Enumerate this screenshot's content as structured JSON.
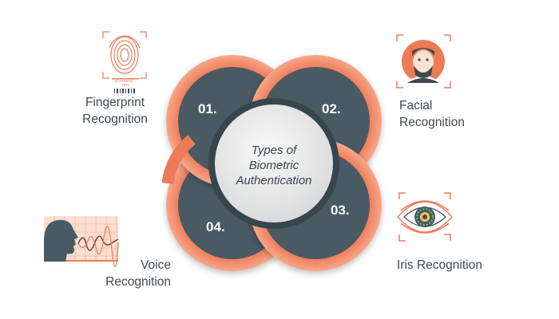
{
  "center": {
    "line1": "Types of",
    "line2": "Biometric",
    "line3": "Authentication"
  },
  "petals": [
    {
      "number": "01."
    },
    {
      "number": "02."
    },
    {
      "number": "03."
    },
    {
      "number": "04."
    }
  ],
  "labels": {
    "fingerprint": {
      "line1": "Fingerprint",
      "line2": "Recognition"
    },
    "facial": {
      "line1": "Facial",
      "line2": "Recognition"
    },
    "voice": {
      "line1": "Voice",
      "line2": "Recognition"
    },
    "iris": {
      "line1": "Iris Recognition"
    }
  },
  "scanner_text": {
    "line1": "SCANNING...",
    "line2": "76%"
  },
  "icons": [
    "fingerprint-icon",
    "face-scan-icon",
    "voice-wave-icon",
    "iris-eye-icon"
  ],
  "colors": {
    "petal_fill": "#485a63",
    "petal_ring": "#ee7b58",
    "petal_ring_light": "#f7b79e",
    "center_fill": "#eceded",
    "center_border": "#37454c",
    "text": "#3e4a52",
    "accent": "#ee7b58"
  }
}
